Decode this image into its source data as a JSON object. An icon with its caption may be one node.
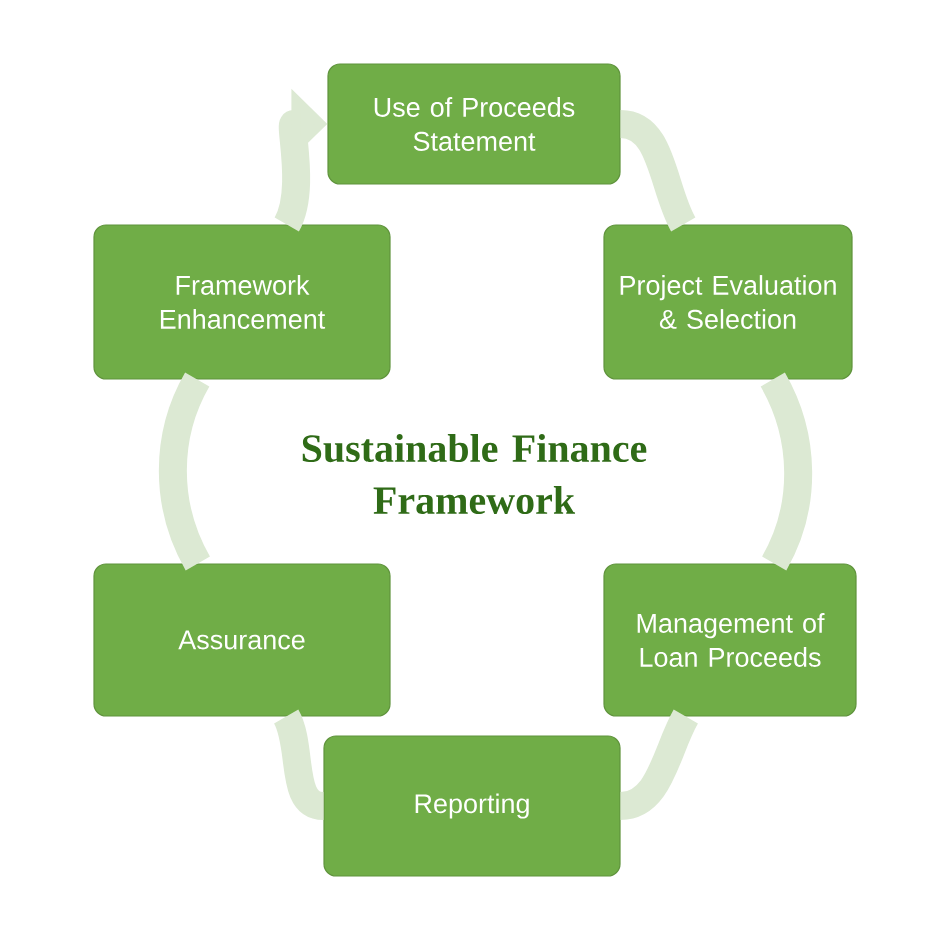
{
  "diagram": {
    "title": "Sustainable Finance Framework",
    "nodes": [
      {
        "text": [
          "Use of Proceeds Statement"
        ]
      },
      {
        "text": [
          "Project Evaluation & Selection"
        ]
      },
      {
        "text": [
          "Management of Loan Proceeds"
        ]
      },
      {
        "text": [
          "Reporting"
        ]
      },
      {
        "text": [
          "Assurance"
        ]
      },
      {
        "text": [
          "Framework Enhancement"
        ]
      }
    ],
    "edges": [
      {
        "from": 0,
        "to": 1,
        "arrow": "none"
      },
      {
        "from": 1,
        "to": 2,
        "arrow": "none"
      },
      {
        "from": 2,
        "to": 3,
        "arrow": "none"
      },
      {
        "from": 3,
        "to": 4,
        "arrow": "none"
      },
      {
        "from": 4,
        "to": 5,
        "arrow": "none"
      },
      {
        "from": 5,
        "to": 0,
        "arrow": "to"
      }
    ]
  }
}
